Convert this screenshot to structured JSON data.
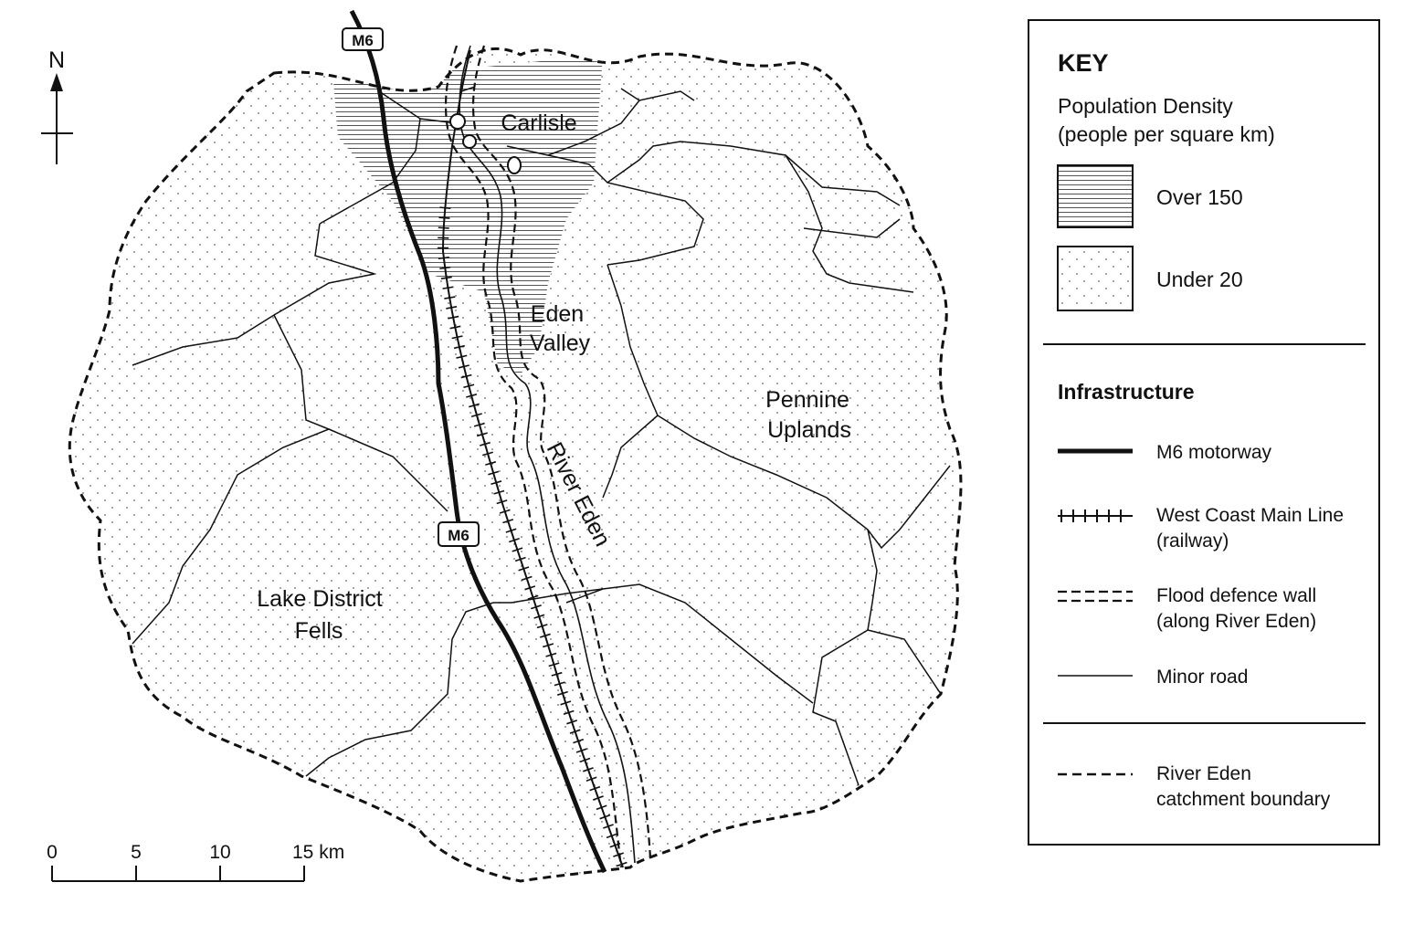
{
  "map": {
    "north_label": "N",
    "regions": {
      "carlisle": "Carlisle",
      "eden_valley": [
        "Eden",
        "Valley"
      ],
      "pennine": [
        "Pennine",
        "Uplands"
      ],
      "lake_district": [
        "Lake District",
        "Fells"
      ]
    },
    "river_label": "River Eden",
    "motorway_shield": "M6",
    "scale": {
      "ticks": [
        "0",
        "5",
        "10",
        "15 km"
      ]
    }
  },
  "key": {
    "title": "KEY",
    "population": {
      "heading": [
        "Population Density",
        "(people per square km)"
      ],
      "items": [
        {
          "pattern": "hatch",
          "label": "Over 150"
        },
        {
          "pattern": "dots",
          "label": "Under 20"
        }
      ]
    },
    "infrastructure": {
      "heading": "Infrastructure",
      "items": [
        {
          "symbol": "motorway",
          "lines": [
            "M6 motorway"
          ]
        },
        {
          "symbol": "railway",
          "lines": [
            "West Coast Main Line",
            "(railway)"
          ]
        },
        {
          "symbol": "flood-wall",
          "lines": [
            "Flood defence wall",
            "(along River Eden)"
          ]
        },
        {
          "symbol": "minor-road",
          "lines": [
            "Minor road"
          ]
        }
      ]
    },
    "boundary": {
      "symbol": "boundary",
      "lines": [
        "River Eden",
        "catchment boundary"
      ]
    }
  },
  "colors": {
    "ink": "#111111",
    "background": "#ffffff"
  }
}
